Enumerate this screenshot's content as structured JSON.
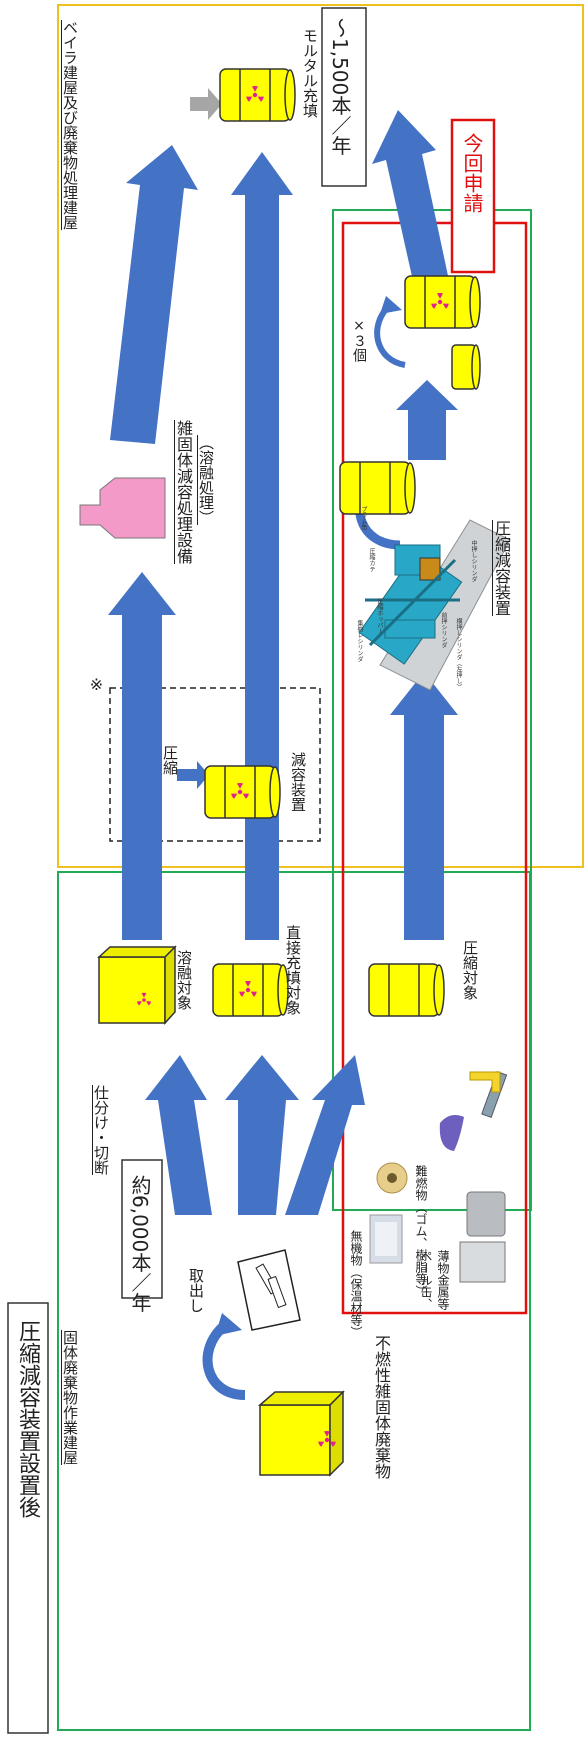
{
  "title": "圧縮減容装置設置後",
  "buildings": {
    "solid_waste": "固体廃棄物作業建屋",
    "boiler": "ベイラ建屋及び廃棄物処理建屋"
  },
  "flow": {
    "source": "不燃性雑固体廃棄物",
    "takeout": "取出し",
    "annual_in": "約6,000本／年",
    "sort": "仕分け・切断",
    "melt_target": "溶融対象",
    "direct_target": "直接充填対象",
    "compress_target": "圧縮対象",
    "compress_label": "圧縮",
    "volume_device": "減容装置",
    "note_mark": "※",
    "melt_facility": "雑固体減容処理設備",
    "melt_process": "（溶融処理）",
    "compress_device": "圧縮減容装置",
    "times3": "×３個",
    "mortar": "モルタル充填",
    "annual_out": "～1,500本／年",
    "application": "今回申請"
  },
  "materials": {
    "nonflammable": "無機物（保温材等）",
    "flame_retardant": "難燃物（ゴム、樹脂等）",
    "metal_line1": "ペール缶、",
    "metal_line2": "薄物金属等"
  },
  "device_parts": {
    "p1": "集約レシリンダ",
    "p2": "圧縮カテ",
    "p3": "プラム缶",
    "p4": "中押しシリンダ",
    "p5": "圧縮ホッパー",
    "p6": "横押しシリンダ（左押し）",
    "p7": "前押シリンダ"
  },
  "colors": {
    "arrow": "#4472c4",
    "drum": "#ffff00",
    "trefoil": "#e0238c",
    "pink": "#f49ac8",
    "green": "#22aa55",
    "orange": "#f0c020",
    "red": "#e01010",
    "device": "#29a7c6"
  }
}
